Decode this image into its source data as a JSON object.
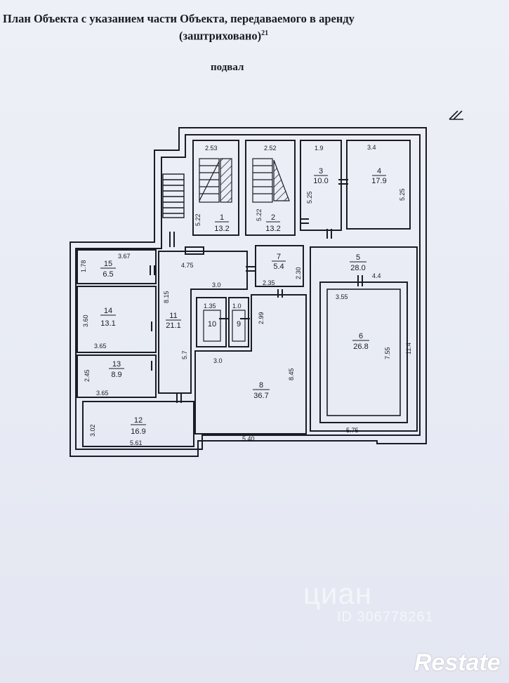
{
  "document": {
    "title_line1": "План Объекта с указанием части Объекта, передаваемого в аренду",
    "title_line2": "(заштриховано)",
    "title_footnote": "21",
    "floor_label": "подвал"
  },
  "rooms": [
    {
      "number": "1",
      "area": "13.2"
    },
    {
      "number": "2",
      "area": "13.2"
    },
    {
      "number": "3",
      "area": "10.0"
    },
    {
      "number": "4",
      "area": "17.9"
    },
    {
      "number": "5",
      "area": "28.0"
    },
    {
      "number": "6",
      "area": "26.8"
    },
    {
      "number": "7",
      "area": "5.4"
    },
    {
      "number": "8",
      "area": "36.7"
    },
    {
      "number": "9",
      "area": ""
    },
    {
      "number": "10",
      "area": ""
    },
    {
      "number": "11",
      "area": "21.1"
    },
    {
      "number": "12",
      "area": "16.9"
    },
    {
      "number": "13",
      "area": "8.9"
    },
    {
      "number": "14",
      "area": "13.1"
    },
    {
      "number": "15",
      "area": "6.5"
    }
  ],
  "dimensions": {
    "d_2_53": "2.53",
    "d_2_52": "2.52",
    "d_1_9": "1.9",
    "d_3_4": "3.4",
    "d_5_22a": "5.22",
    "d_5_22b": "5.22",
    "d_5_25a": "5.25",
    "d_5_25b": "5.25",
    "d_3_67": "3.67",
    "d_1_78": "1.78",
    "d_4_75": "4.75",
    "d_3_0a": "3.0",
    "d_2_30": "2.30",
    "d_2_35": "2.35",
    "d_4_4": "4.4",
    "d_3_55": "3.55",
    "d_8_15": "8.15",
    "d_1_35": "1.35",
    "d_1_0": "1.0",
    "d_2_99": "2.99",
    "d_3_60": "3.60",
    "d_3_65a": "3.65",
    "d_7_55": "7.55",
    "d_11_4": "11.4",
    "d_5_7": "5.7",
    "d_3_0b": "3.0",
    "d_8_45": "8.45",
    "d_2_45": "2.45",
    "d_3_65b": "3.65",
    "d_3_02": "3.02",
    "d_5_61": "5.61",
    "d_5_40": "5.40",
    "d_5_75": "5.75"
  },
  "watermark": {
    "text": "циан",
    "id": "ID 306778261"
  },
  "brand": "Restate",
  "colors": {
    "paper": "#eef0f7",
    "ink": "#1b1b24"
  }
}
